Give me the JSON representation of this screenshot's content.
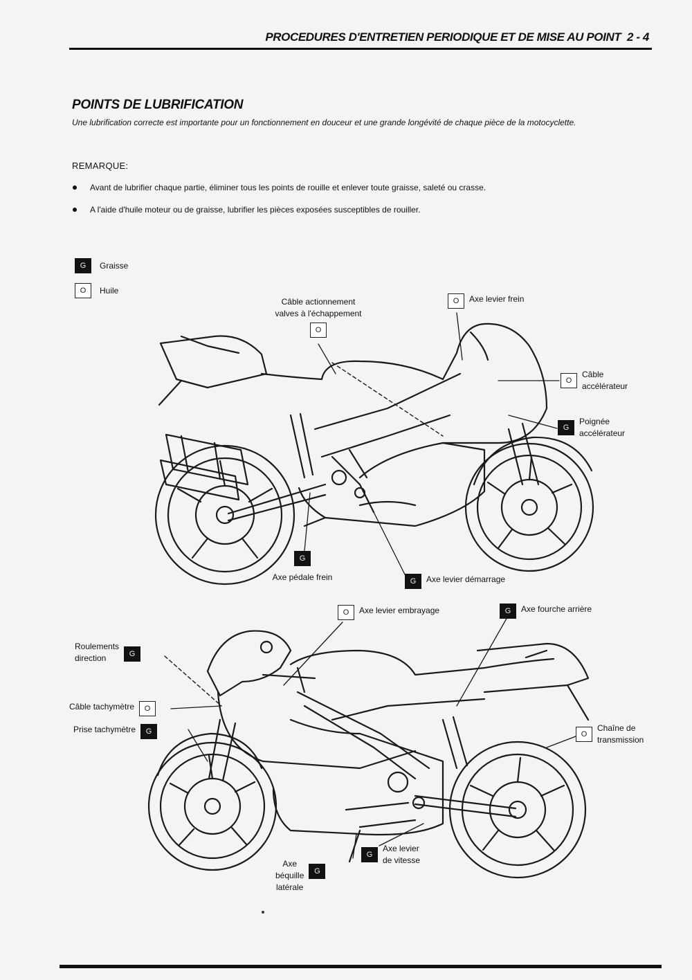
{
  "header": {
    "title": "PROCEDURES D'ENTRETIEN PERIODIQUE ET DE MISE AU POINT",
    "page_number": "2 - 4"
  },
  "section": {
    "title": "POINTS DE LUBRIFICATION",
    "intro": "Une lubrification correcte est importante pour un fonctionnement en douceur et une grande longévité de chaque pièce de la motocyclette."
  },
  "remark": {
    "label": "REMARQUE:",
    "items": [
      "Avant de lubrifier chaque partie, éliminer tous les points de rouille et enlever toute graisse, saleté ou crasse.",
      "A l'aide d'huile moteur ou de graisse, lubrifier les pièces exposées susceptibles de rouiller."
    ]
  },
  "legend": {
    "grease": {
      "symbol": "G",
      "label": "Graisse"
    },
    "oil": {
      "symbol": "O",
      "label": "Huile"
    }
  },
  "colors": {
    "ink": "#111111",
    "paper": "#f4f4f2",
    "grease_box": "#121212"
  },
  "diagram_top": {
    "callouts": [
      {
        "id": "cable-valves",
        "symbol": "O",
        "label": "Câble actionnement\nvalves à l'échappement"
      },
      {
        "id": "axe-levier-frein",
        "symbol": "O",
        "label": "Axe levier frein"
      },
      {
        "id": "cable-accelerateur",
        "symbol": "O",
        "label": "Câble\naccélérateur"
      },
      {
        "id": "poignee-accelerateur",
        "symbol": "G",
        "label": "Poignée\naccélérateur"
      },
      {
        "id": "axe-pedale-frein",
        "symbol": "G",
        "label": "Axe pédale frein"
      },
      {
        "id": "axe-levier-demarrage",
        "symbol": "G",
        "label": "Axe levier démarrage"
      }
    ]
  },
  "diagram_bottom": {
    "callouts": [
      {
        "id": "axe-levier-embrayage",
        "symbol": "O",
        "label": "Axe levier embrayage"
      },
      {
        "id": "axe-fourche-arriere",
        "symbol": "G",
        "label": "Axe fourche arrière"
      },
      {
        "id": "roulements-direction",
        "symbol": "G",
        "label": "Roulements\ndirection"
      },
      {
        "id": "cable-tachymetre",
        "symbol": "O",
        "label": "Câble tachymètre"
      },
      {
        "id": "prise-tachymetre",
        "symbol": "G",
        "label": "Prise tachymètre"
      },
      {
        "id": "chaine-transmission",
        "symbol": "O",
        "label": "Chaîne de\ntransmission"
      },
      {
        "id": "axe-levier-vitesse",
        "symbol": "G",
        "label": "Axe levier\nde vitesse"
      },
      {
        "id": "axe-bequille",
        "symbol": "G",
        "label": "Axe\nbéquille\nlatérale"
      }
    ]
  }
}
